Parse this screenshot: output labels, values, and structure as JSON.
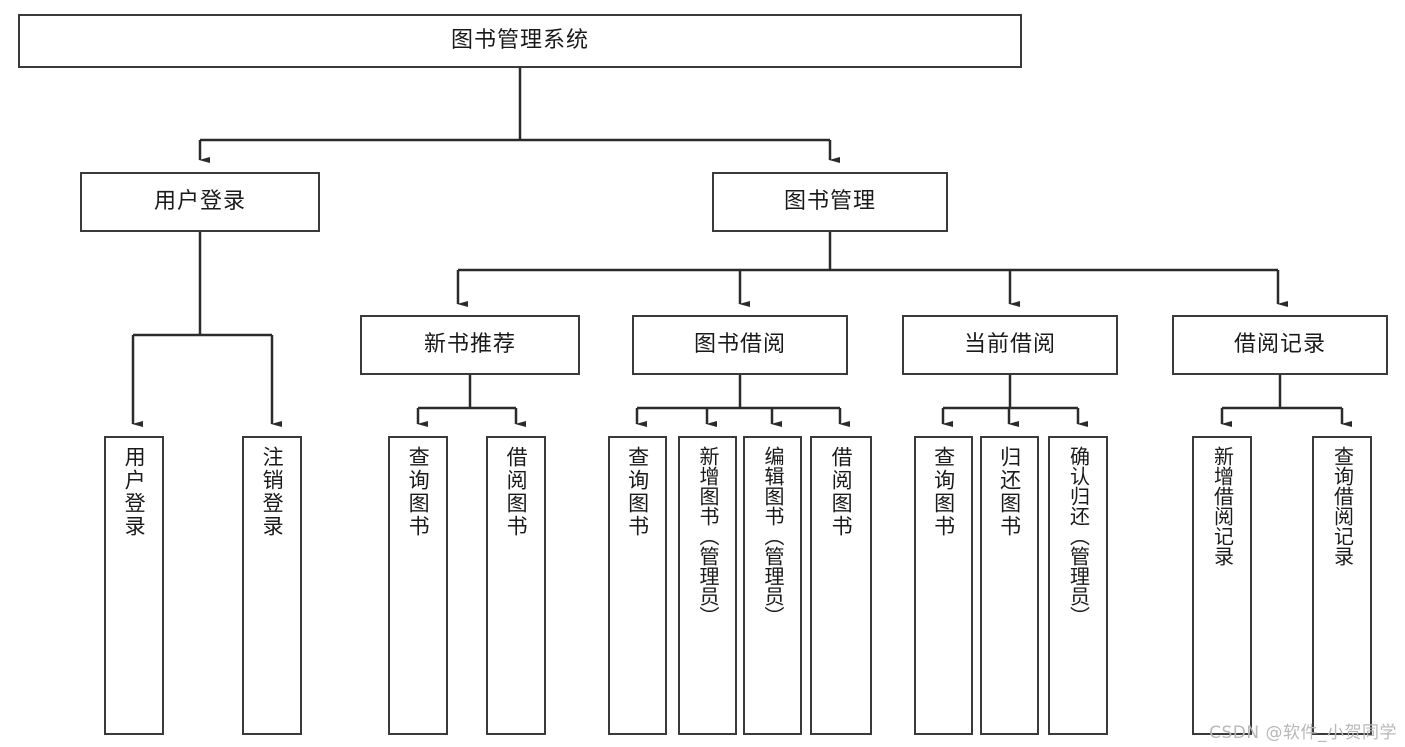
{
  "diagram": {
    "title": "图书管理系统",
    "type": "functional-structure-tree",
    "watermark": "CSDN @软件_小贺同学",
    "colors": {
      "border": "#3a3a3a",
      "fill": "#ffffff",
      "line": "#2b2b2b",
      "text": "#1a1a1a",
      "watermark": "#b8b8b8"
    }
  },
  "nodes": {
    "root": {
      "label": "图书管理系统",
      "level": 0
    },
    "level1": [
      {
        "id": "user-login",
        "label": "用户登录"
      },
      {
        "id": "book-management",
        "label": "图书管理"
      }
    ],
    "level2": [
      {
        "id": "new-book-recommend",
        "label": "新书推荐"
      },
      {
        "id": "book-borrow",
        "label": "图书借阅"
      },
      {
        "id": "current-borrow",
        "label": "当前借阅"
      },
      {
        "id": "borrow-record",
        "label": "借阅记录"
      }
    ],
    "leaves": {
      "user-login": [
        {
          "id": "leaf-user-login",
          "label": "用户登录"
        },
        {
          "id": "leaf-logout-login",
          "label": "注销登录"
        }
      ],
      "new-book-recommend": [
        {
          "id": "leaf-query-book-1",
          "label": "查询图书"
        },
        {
          "id": "leaf-borrow-book-1",
          "label": "借阅图书"
        }
      ],
      "book-borrow": [
        {
          "id": "leaf-query-book-2",
          "label": "查询图书"
        },
        {
          "id": "leaf-add-book-admin",
          "label": "新增图书（管理员）"
        },
        {
          "id": "leaf-edit-book-admin",
          "label": "编辑图书（管理员）"
        },
        {
          "id": "leaf-borrow-book-2",
          "label": "借阅图书"
        }
      ],
      "current-borrow": [
        {
          "id": "leaf-query-book-3",
          "label": "查询图书"
        },
        {
          "id": "leaf-return-book",
          "label": "归还图书"
        },
        {
          "id": "leaf-confirm-return-admin",
          "label": "确认归还（管理员）"
        }
      ],
      "borrow-record": [
        {
          "id": "leaf-add-borrow-record",
          "label": "新增借阅记录"
        },
        {
          "id": "leaf-query-borrow-record",
          "label": "查询借阅记录"
        }
      ]
    }
  }
}
